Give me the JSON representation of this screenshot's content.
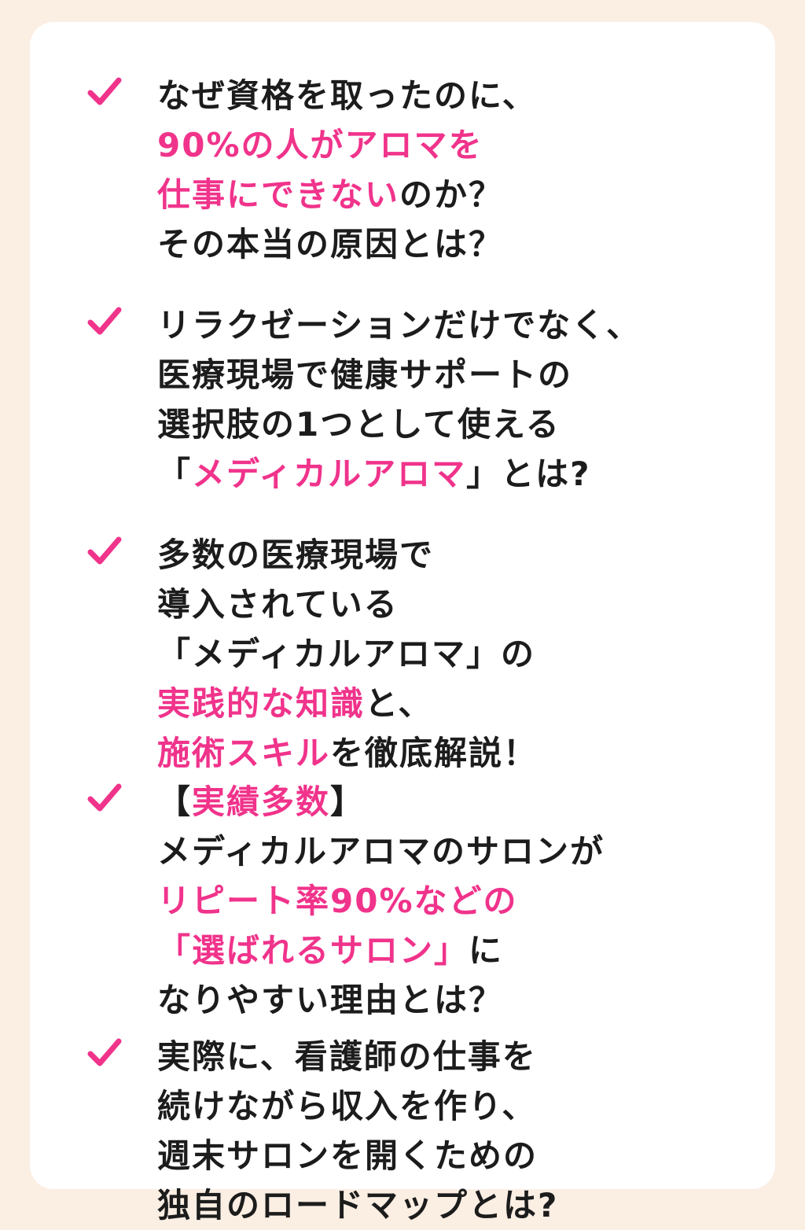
{
  "colors": {
    "background": "#fbeee3",
    "card": "#ffffff",
    "text": "#1c1c1c",
    "accent": "#f0338b"
  },
  "check_icon": "pink-checkmark",
  "items": [
    {
      "lines": [
        [
          {
            "text": "なぜ資格を取ったのに、",
            "accent": false
          }
        ],
        [
          {
            "text": "90%の人がアロマを",
            "accent": true
          }
        ],
        [
          {
            "text": "仕事にできない",
            "accent": true
          },
          {
            "text": "のか？",
            "accent": false
          }
        ],
        [
          {
            "text": "その本当の原因とは？",
            "accent": false
          }
        ]
      ]
    },
    {
      "lines": [
        [
          {
            "text": "リラクゼーションだけでなく、",
            "accent": false
          }
        ],
        [
          {
            "text": "医療現場で健康サポートの",
            "accent": false
          }
        ],
        [
          {
            "text": "選択肢の1つとして使える",
            "accent": false
          }
        ],
        [
          {
            "text": "「",
            "accent": false
          },
          {
            "text": "メディカルアロマ",
            "accent": true
          },
          {
            "text": "」とは?",
            "accent": false
          }
        ]
      ]
    },
    {
      "lines": [
        [
          {
            "text": "多数の医療現場で",
            "accent": false
          }
        ],
        [
          {
            "text": "導入されている",
            "accent": false
          }
        ],
        [
          {
            "text": "「メディカルアロマ」の",
            "accent": false
          }
        ],
        [
          {
            "text": "実践的な知識",
            "accent": true
          },
          {
            "text": "と、",
            "accent": false
          }
        ],
        [
          {
            "text": "施術スキル",
            "accent": true
          },
          {
            "text": "を徹底解説！",
            "accent": false
          }
        ]
      ]
    },
    {
      "lines": [
        [
          {
            "text": "【",
            "accent": false
          },
          {
            "text": "実績多数",
            "accent": true
          },
          {
            "text": "】",
            "accent": false
          }
        ],
        [
          {
            "text": "メディカルアロマのサロンが",
            "accent": false
          }
        ],
        [
          {
            "text": "リピート率90%などの",
            "accent": true
          }
        ],
        [
          {
            "text": "「選ばれるサロン」",
            "accent": true
          },
          {
            "text": "に",
            "accent": false
          }
        ],
        [
          {
            "text": "なりやすい理由とは？",
            "accent": false
          }
        ]
      ]
    },
    {
      "lines": [
        [
          {
            "text": "実際に、看護師の仕事を",
            "accent": false
          }
        ],
        [
          {
            "text": "続けながら収入を作り、",
            "accent": false
          }
        ],
        [
          {
            "text": "週末サロンを開くための",
            "accent": false
          }
        ],
        [
          {
            "text": "独自のロードマップとは?",
            "accent": false
          }
        ]
      ]
    }
  ]
}
